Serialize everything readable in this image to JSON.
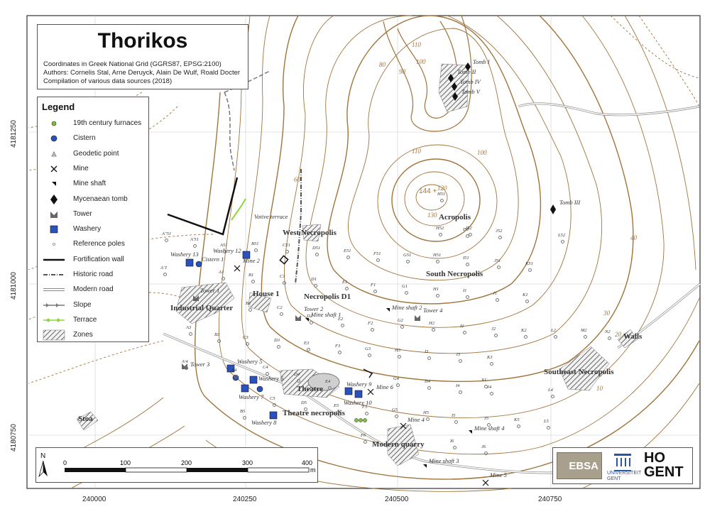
{
  "title": "Thorikos",
  "subtitle_lines": [
    "Coordinates in Greek National Grid (GGRS87, EPSG:2100)",
    "Authors: Cornelis Stal, Arne Deruyck, Alain De Wulf, Roald Docter",
    "Compilation of various data sources (2018)"
  ],
  "legend": {
    "title": "Legend",
    "items": [
      {
        "label": "19th century furnaces",
        "symbol": "furnace",
        "color": "#7fbf3f"
      },
      {
        "label": "Cistern",
        "symbol": "cistern",
        "color": "#2a52be"
      },
      {
        "label": "Geodetic point",
        "symbol": "geodetic"
      },
      {
        "label": "Mine",
        "symbol": "mine"
      },
      {
        "label": "Mine shaft",
        "symbol": "mineshaft"
      },
      {
        "label": "Mycenaean tomb",
        "symbol": "tomb"
      },
      {
        "label": "Tower",
        "symbol": "tower",
        "color": "#666666"
      },
      {
        "label": "Washery",
        "symbol": "washery",
        "color": "#2a52be"
      },
      {
        "label": "Reference poles",
        "symbol": "pole"
      },
      {
        "label": "Fortification wall",
        "symbol": "wall"
      },
      {
        "label": "Historic road",
        "symbol": "historicroad"
      },
      {
        "label": "Modern road",
        "symbol": "modernroad"
      },
      {
        "label": "Slope",
        "symbol": "slope"
      },
      {
        "label": "Terrace",
        "symbol": "terrace",
        "color": "#8ed63a"
      },
      {
        "label": "Zones",
        "symbol": "zones"
      }
    ]
  },
  "grid": {
    "x_labels": [
      "240000",
      "240250",
      "240500",
      "240750"
    ],
    "y_labels": [
      "4181250",
      "4181000",
      "4180750"
    ]
  },
  "scale_bar": {
    "north": "N",
    "ticks": [
      "0",
      "100",
      "200",
      "300",
      "400"
    ],
    "unit": "m"
  },
  "logos": {
    "ebsa": "EBSA",
    "ugent": "UNIVERSITEIT\nGENT",
    "hogent": "HO\nGENT"
  },
  "colors": {
    "contour": "#a0743c",
    "zones": "#777777",
    "washery": "#2a52be",
    "terrace": "#8ed63a",
    "frame": "#333333"
  },
  "place_labels": [
    {
      "text": "Industrial Quarter",
      "bold": true
    },
    {
      "text": "House 1",
      "bold": true
    },
    {
      "text": "West Necropolis",
      "bold": true
    },
    {
      "text": "Necropolis D1",
      "bold": true
    },
    {
      "text": "Acropolis",
      "bold": true
    },
    {
      "text": "South Necropolis",
      "bold": true
    },
    {
      "text": "Southeast Necropolis",
      "bold": true
    },
    {
      "text": "Walls",
      "bold": true
    },
    {
      "text": "Theatre",
      "bold": true
    },
    {
      "text": "Theatre necropolis",
      "bold": true
    },
    {
      "text": "Modern quarry",
      "bold": true
    },
    {
      "text": "Stoa",
      "bold": true
    },
    {
      "text": "Tomb I",
      "bold": false
    },
    {
      "text": "Tomb II",
      "bold": false
    },
    {
      "text": "Tomb IV",
      "bold": false
    },
    {
      "text": "Tomb V",
      "bold": false
    },
    {
      "text": "Tomb III",
      "bold": false
    },
    {
      "text": "Votive terrace",
      "bold": false
    },
    {
      "text": "Washery 13",
      "bold": false
    },
    {
      "text": "Cistern 1",
      "bold": false
    },
    {
      "text": "Washery 12",
      "bold": false
    },
    {
      "text": "Mine 2",
      "bold": false
    },
    {
      "text": "Tower 1",
      "bold": false
    },
    {
      "text": "Tower 2",
      "bold": false
    },
    {
      "text": "Tower 3",
      "bold": false
    },
    {
      "text": "Tower 4",
      "bold": false
    },
    {
      "text": "Mine shaft 1",
      "bold": false
    },
    {
      "text": "Mine shaft 2",
      "bold": false
    },
    {
      "text": "Mine shaft 3",
      "bold": false
    },
    {
      "text": "Mine shaft 4",
      "bold": false
    },
    {
      "text": "Washery 5",
      "bold": false
    },
    {
      "text": "Washery 6",
      "bold": false
    },
    {
      "text": "Washery 7",
      "bold": false
    },
    {
      "text": "Washery 8",
      "bold": false
    },
    {
      "text": "Washery 9",
      "bold": false
    },
    {
      "text": "Washery 10",
      "bold": false
    },
    {
      "text": "Mine 4",
      "bold": false
    },
    {
      "text": "Mine 5",
      "bold": false
    },
    {
      "text": "Mine 6",
      "bold": false
    }
  ],
  "contour_labels": [
    "110",
    "100",
    "90",
    "80",
    "110",
    "120",
    "130",
    "100",
    "60",
    "40",
    "30",
    "20",
    "10"
  ],
  "spot_height": "144",
  "pole_labels": [
    "A''51",
    "A'51",
    "A51",
    "B51",
    "C51",
    "D51",
    "E51",
    "F51",
    "G51",
    "H51",
    "I51",
    "J51",
    "K51",
    "H52",
    "I52",
    "J52",
    "L52",
    "A''I",
    "A1",
    "B1",
    "C1",
    "D1",
    "E1",
    "F1",
    "G1",
    "H1",
    "I1",
    "J1",
    "K1",
    "B2",
    "C2",
    "D2",
    "E2",
    "F2",
    "G2",
    "H2",
    "I2",
    "J2",
    "K2",
    "L2",
    "M2",
    "N2",
    "A3",
    "B3",
    "C3",
    "D3",
    "E3",
    "F3",
    "G3",
    "H3",
    "I3",
    "J3",
    "K3",
    "B4",
    "C4",
    "D4",
    "E4",
    "G4",
    "H4",
    "I4",
    "J4",
    "X1",
    "L4",
    "B5",
    "C5",
    "D5",
    "E5",
    "F5",
    "G5",
    "H5",
    "I5",
    "J5",
    "K5",
    "L5",
    "F6",
    "I6",
    "J6",
    "A'4",
    "H51",
    "I51"
  ]
}
